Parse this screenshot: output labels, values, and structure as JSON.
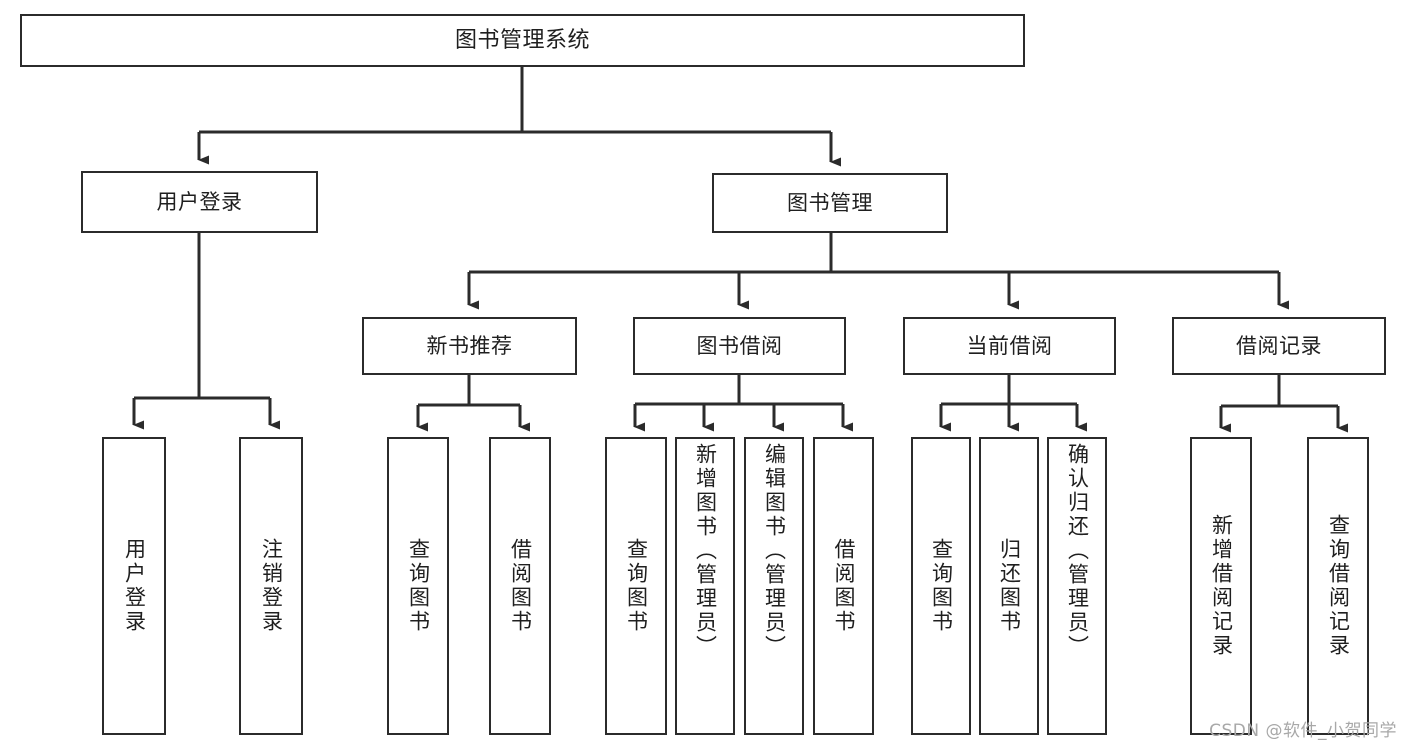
{
  "diagram": {
    "title": "图书管理系统",
    "type": "tree-hierarchy",
    "stroke_color": "#2b2b2b",
    "background_color": "#ffffff",
    "text_color": "#1f1f1f"
  },
  "nodes": {
    "root": {
      "label": "图书管理系统",
      "level": 1
    },
    "l2": [
      {
        "id": "user-login",
        "label": "用户登录",
        "level": 2
      },
      {
        "id": "book-manage",
        "label": "图书管理",
        "level": 2
      }
    ],
    "l3": [
      {
        "id": "new-book-recommend",
        "label": "新书推荐",
        "level": 3
      },
      {
        "id": "book-borrow",
        "label": "图书借阅",
        "level": 3
      },
      {
        "id": "current-borrow",
        "label": "当前借阅",
        "level": 3
      },
      {
        "id": "borrow-record",
        "label": "借阅记录",
        "level": 3
      }
    ],
    "leaves": [
      {
        "id": "leaf-user-login",
        "label": "用户登录",
        "parent": "user-login"
      },
      {
        "id": "leaf-logout-login",
        "label": "注销登录",
        "parent": "user-login"
      },
      {
        "id": "leaf-query-book-1",
        "label": "查询图书",
        "parent": "new-book-recommend"
      },
      {
        "id": "leaf-borrow-book-1",
        "label": "借阅图书",
        "parent": "new-book-recommend"
      },
      {
        "id": "leaf-query-book-2",
        "label": "查询图书",
        "parent": "book-borrow"
      },
      {
        "id": "leaf-add-book",
        "label": "新增图书（管理员）",
        "parent": "book-borrow"
      },
      {
        "id": "leaf-edit-book",
        "label": "编辑图书（管理员）",
        "parent": "book-borrow"
      },
      {
        "id": "leaf-borrow-book-2",
        "label": "借阅图书",
        "parent": "book-borrow"
      },
      {
        "id": "leaf-query-book-3",
        "label": "查询图书",
        "parent": "current-borrow"
      },
      {
        "id": "leaf-return-book",
        "label": "归还图书",
        "parent": "current-borrow"
      },
      {
        "id": "leaf-confirm-return",
        "label": "确认归还（管理员）",
        "parent": "current-borrow"
      },
      {
        "id": "leaf-add-record",
        "label": "新增借阅记录",
        "parent": "borrow-record"
      },
      {
        "id": "leaf-query-record",
        "label": "查询借阅记录",
        "parent": "borrow-record"
      }
    ]
  },
  "watermark": {
    "text": "CSDN @软件_小贺同学"
  }
}
